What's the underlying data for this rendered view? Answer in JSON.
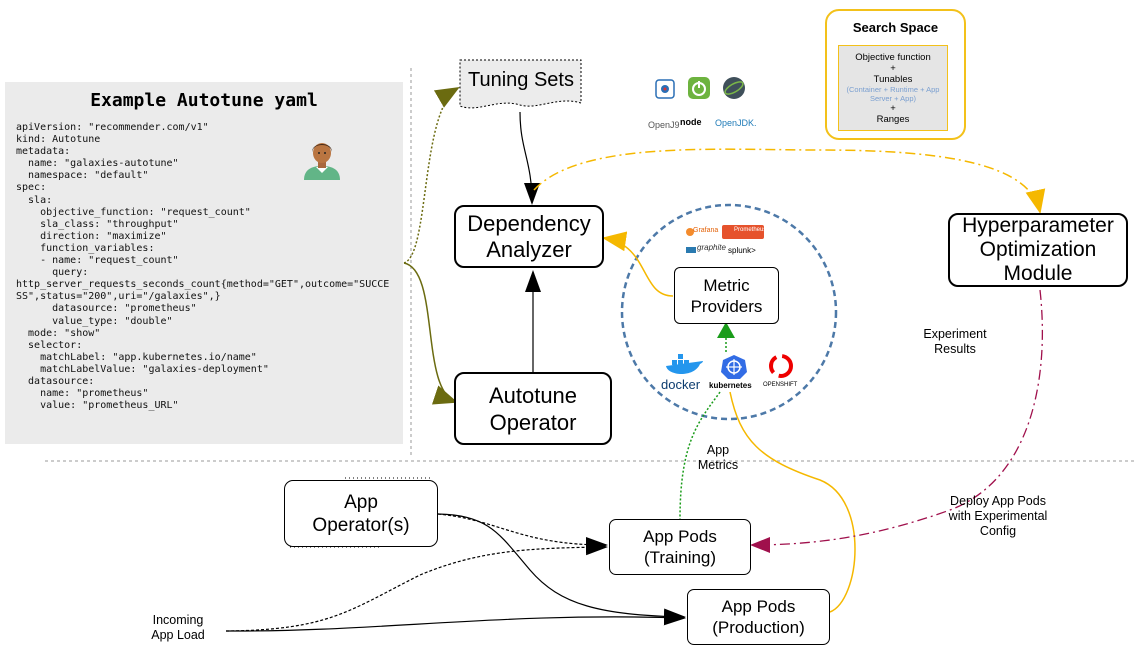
{
  "yaml": {
    "title": "Example Autotune yaml",
    "code": "apiVersion: \"recommender.com/v1\"\nkind: Autotune\nmetadata:\n  name: \"galaxies-autotune\"\n  namespace: \"default\"\nspec:\n  sla:\n    objective_function: \"request_count\"\n    sla_class: \"throughput\"\n    direction: \"maximize\"\n    function_variables:\n    - name: \"request_count\"\n      query:\nhttp_server_requests_seconds_count{method=\"GET\",outcome=\"SUCCE\nSS\",status=\"200\",uri=\"/galaxies\",}\n      datasource: \"prometheus\"\n      value_type: \"double\"\n  mode: \"show\"\n  selector:\n    matchLabel: \"app.kubernetes.io/name\"\n    matchLabelValue: \"galaxies-deployment\"\n  datasource:\n    name: \"prometheus\"\n    value: \"prometheus_URL\""
  },
  "nodes": {
    "tuning_sets": "Tuning Sets",
    "dependency_analyzer": [
      "Dependency",
      "Analyzer"
    ],
    "autotune_operator": [
      "Autotune",
      "Operator"
    ],
    "metric_providers": [
      "Metric",
      "Providers"
    ],
    "hpo_module": [
      "Hyperparameter",
      "Optimization",
      "Module"
    ],
    "app_operators": [
      "App",
      "Operator(s)"
    ],
    "app_pods_training": [
      "App Pods",
      "(Training)"
    ],
    "app_pods_production": [
      "App Pods",
      "(Production)"
    ]
  },
  "search_space": {
    "title": "Search Space",
    "objective": "Objective function",
    "plus1": "+",
    "tunables": "Tunables",
    "tunables_detail": "(Container + Runtime + App Server + App)",
    "plus2": "+",
    "ranges": "Ranges"
  },
  "labels": {
    "experiment_results": [
      "Experiment",
      "Results"
    ],
    "app_metrics": [
      "App",
      "Metrics"
    ],
    "deploy_pods": [
      "Deploy App Pods",
      "with Experimental",
      "Config"
    ],
    "incoming_load": [
      "Incoming",
      "App Load"
    ]
  },
  "logos": {
    "runtimes": [
      "OpenJ9",
      "node",
      "OpenJDK."
    ],
    "metrics": [
      "Grafana",
      "Prometheus",
      "graphite",
      "splunk>"
    ],
    "platforms": [
      "docker",
      "kubernetes",
      "OPENSHIFT"
    ]
  },
  "icons": [
    "person-icon",
    "jenkins-icon",
    "spring-icon",
    "quarkus-icon",
    "grafana-icon",
    "prometheus-icon",
    "graphite-icon",
    "splunk-icon",
    "docker-icon",
    "kubernetes-icon",
    "openshift-icon"
  ],
  "colors": {
    "yaml_bg": "#ebebeb",
    "olive_arrow": "#6b6b10",
    "orange_arrow": "#f5b800",
    "green_arrow": "#1a9c1a",
    "maroon_arrow": "#a0104c",
    "circle_dash": "#4d79a8",
    "search_border": "#f3c11a"
  }
}
